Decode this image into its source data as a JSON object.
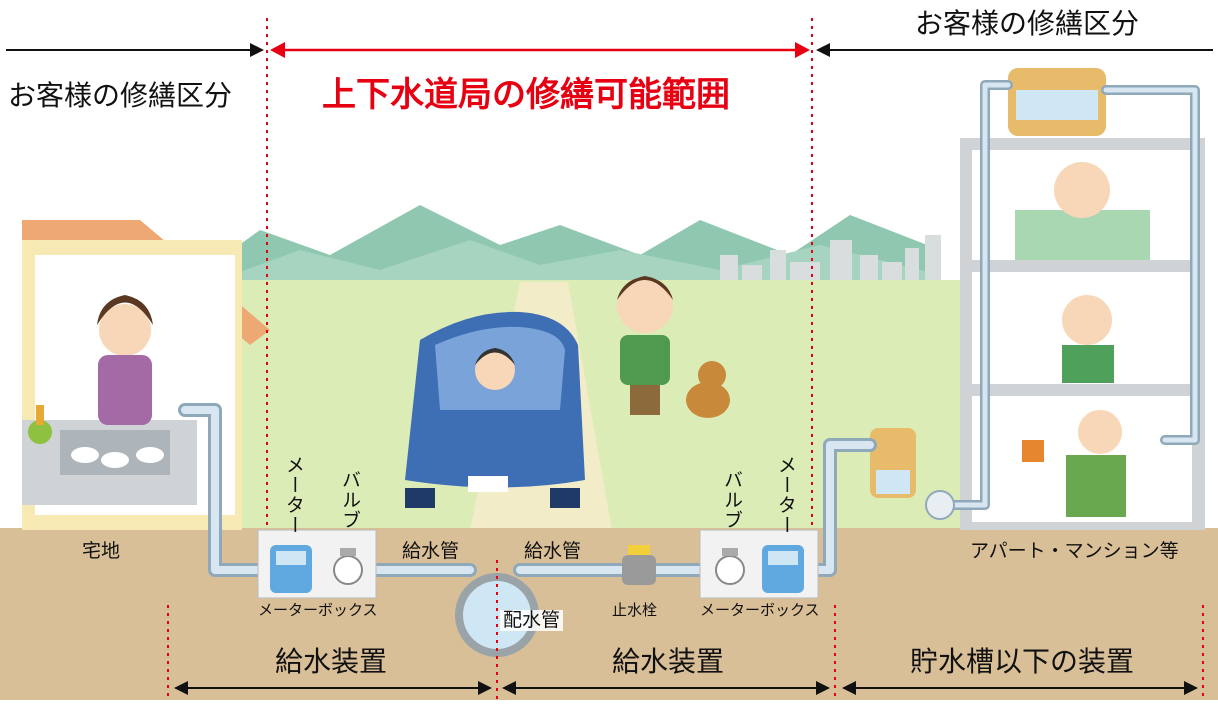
{
  "title": "上下水道局の修繕可能範囲",
  "customer_left": "お客様の修繕区分",
  "customer_right": "お客様の修繕区分",
  "house_label": "宅地",
  "apartment_label": "アパート・マンション等",
  "left": {
    "meter": "メーター",
    "valve": "バルブ",
    "supply_pipe": "給水管",
    "meter_box": "メーターボックス"
  },
  "right": {
    "meter": "メーター",
    "valve": "バルブ",
    "supply_pipe": "給水管",
    "meter_box": "メーターボックス",
    "stop_valve": "止水栓"
  },
  "main_pipe": "配水管",
  "bottom": {
    "left": "給水装置",
    "center": "給水装置",
    "right": "貯水槽以下の装置"
  },
  "colors": {
    "red": "#e60012",
    "ground": "#d9bf97",
    "pipe": "#bcd3e4",
    "meter_blue": "#5fa8e0",
    "sky_mountain": "#8fc7b0",
    "field": "#dcecb6"
  }
}
